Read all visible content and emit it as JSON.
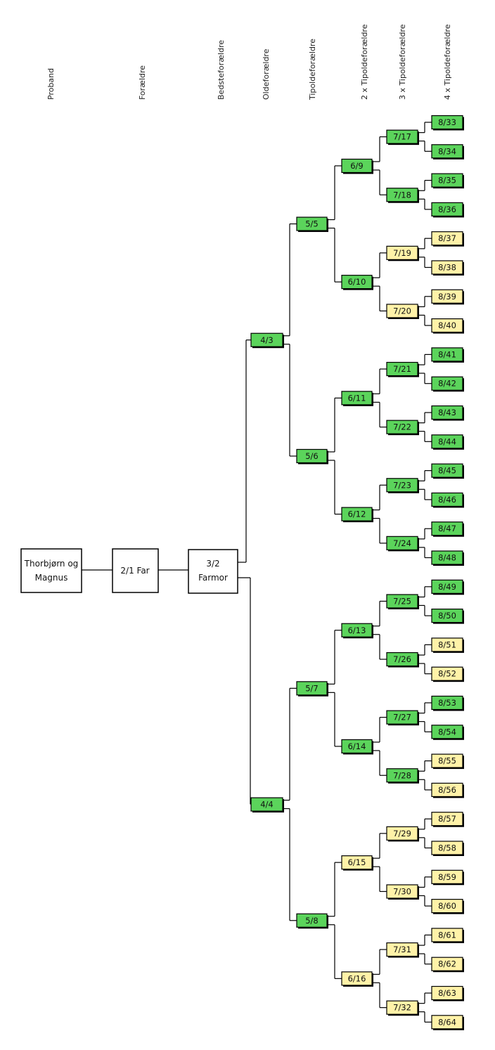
{
  "headers": [
    "Proband",
    "Forældre",
    "Bedsteforældre",
    "Oldeforældre",
    "Tipoldeforældre",
    "2 x Tipoldeforældre",
    "3 x Tipoldeforældre",
    "4 x Tipoldeforældre"
  ],
  "colors": {
    "green": "#5bd45b",
    "yellow": "#fff2a8",
    "white": "#ffffff",
    "line": "#000000"
  },
  "proband": {
    "line1": "Thorbjørn og",
    "line2": "Magnus"
  },
  "father": {
    "label": "2/1 Far"
  },
  "grandmother": {
    "line1": "3/2",
    "line2": "Farmor"
  },
  "gen4": [
    {
      "label": "4/3",
      "color": "green"
    },
    {
      "label": "4/4",
      "color": "green"
    }
  ],
  "gen5": [
    {
      "label": "5/5",
      "color": "green"
    },
    {
      "label": "5/6",
      "color": "green"
    },
    {
      "label": "5/7",
      "color": "green"
    },
    {
      "label": "5/8",
      "color": "green"
    }
  ],
  "gen6": [
    {
      "label": "6/9",
      "color": "green"
    },
    {
      "label": "6/10",
      "color": "green"
    },
    {
      "label": "6/11",
      "color": "green"
    },
    {
      "label": "6/12",
      "color": "green"
    },
    {
      "label": "6/13",
      "color": "green"
    },
    {
      "label": "6/14",
      "color": "green"
    },
    {
      "label": "6/15",
      "color": "yellow"
    },
    {
      "label": "6/16",
      "color": "yellow"
    }
  ],
  "gen7": [
    {
      "label": "7/17",
      "color": "green"
    },
    {
      "label": "7/18",
      "color": "green"
    },
    {
      "label": "7/19",
      "color": "yellow"
    },
    {
      "label": "7/20",
      "color": "yellow"
    },
    {
      "label": "7/21",
      "color": "green"
    },
    {
      "label": "7/22",
      "color": "green"
    },
    {
      "label": "7/23",
      "color": "green"
    },
    {
      "label": "7/24",
      "color": "green"
    },
    {
      "label": "7/25",
      "color": "green"
    },
    {
      "label": "7/26",
      "color": "green"
    },
    {
      "label": "7/27",
      "color": "green"
    },
    {
      "label": "7/28",
      "color": "green"
    },
    {
      "label": "7/29",
      "color": "yellow"
    },
    {
      "label": "7/30",
      "color": "yellow"
    },
    {
      "label": "7/31",
      "color": "yellow"
    },
    {
      "label": "7/32",
      "color": "yellow"
    }
  ],
  "gen8": [
    {
      "label": "8/33",
      "color": "green"
    },
    {
      "label": "8/34",
      "color": "green"
    },
    {
      "label": "8/35",
      "color": "green"
    },
    {
      "label": "8/36",
      "color": "green"
    },
    {
      "label": "8/37",
      "color": "yellow"
    },
    {
      "label": "8/38",
      "color": "yellow"
    },
    {
      "label": "8/39",
      "color": "yellow"
    },
    {
      "label": "8/40",
      "color": "yellow"
    },
    {
      "label": "8/41",
      "color": "green"
    },
    {
      "label": "8/42",
      "color": "green"
    },
    {
      "label": "8/43",
      "color": "green"
    },
    {
      "label": "8/44",
      "color": "green"
    },
    {
      "label": "8/45",
      "color": "green"
    },
    {
      "label": "8/46",
      "color": "green"
    },
    {
      "label": "8/47",
      "color": "green"
    },
    {
      "label": "8/48",
      "color": "green"
    },
    {
      "label": "8/49",
      "color": "green"
    },
    {
      "label": "8/50",
      "color": "green"
    },
    {
      "label": "8/51",
      "color": "yellow"
    },
    {
      "label": "8/52",
      "color": "yellow"
    },
    {
      "label": "8/53",
      "color": "green"
    },
    {
      "label": "8/54",
      "color": "green"
    },
    {
      "label": "8/55",
      "color": "yellow"
    },
    {
      "label": "8/56",
      "color": "yellow"
    },
    {
      "label": "8/57",
      "color": "yellow"
    },
    {
      "label": "8/58",
      "color": "yellow"
    },
    {
      "label": "8/59",
      "color": "yellow"
    },
    {
      "label": "8/60",
      "color": "yellow"
    },
    {
      "label": "8/61",
      "color": "yellow"
    },
    {
      "label": "8/62",
      "color": "yellow"
    },
    {
      "label": "8/63",
      "color": "yellow"
    },
    {
      "label": "8/64",
      "color": "yellow"
    }
  ]
}
